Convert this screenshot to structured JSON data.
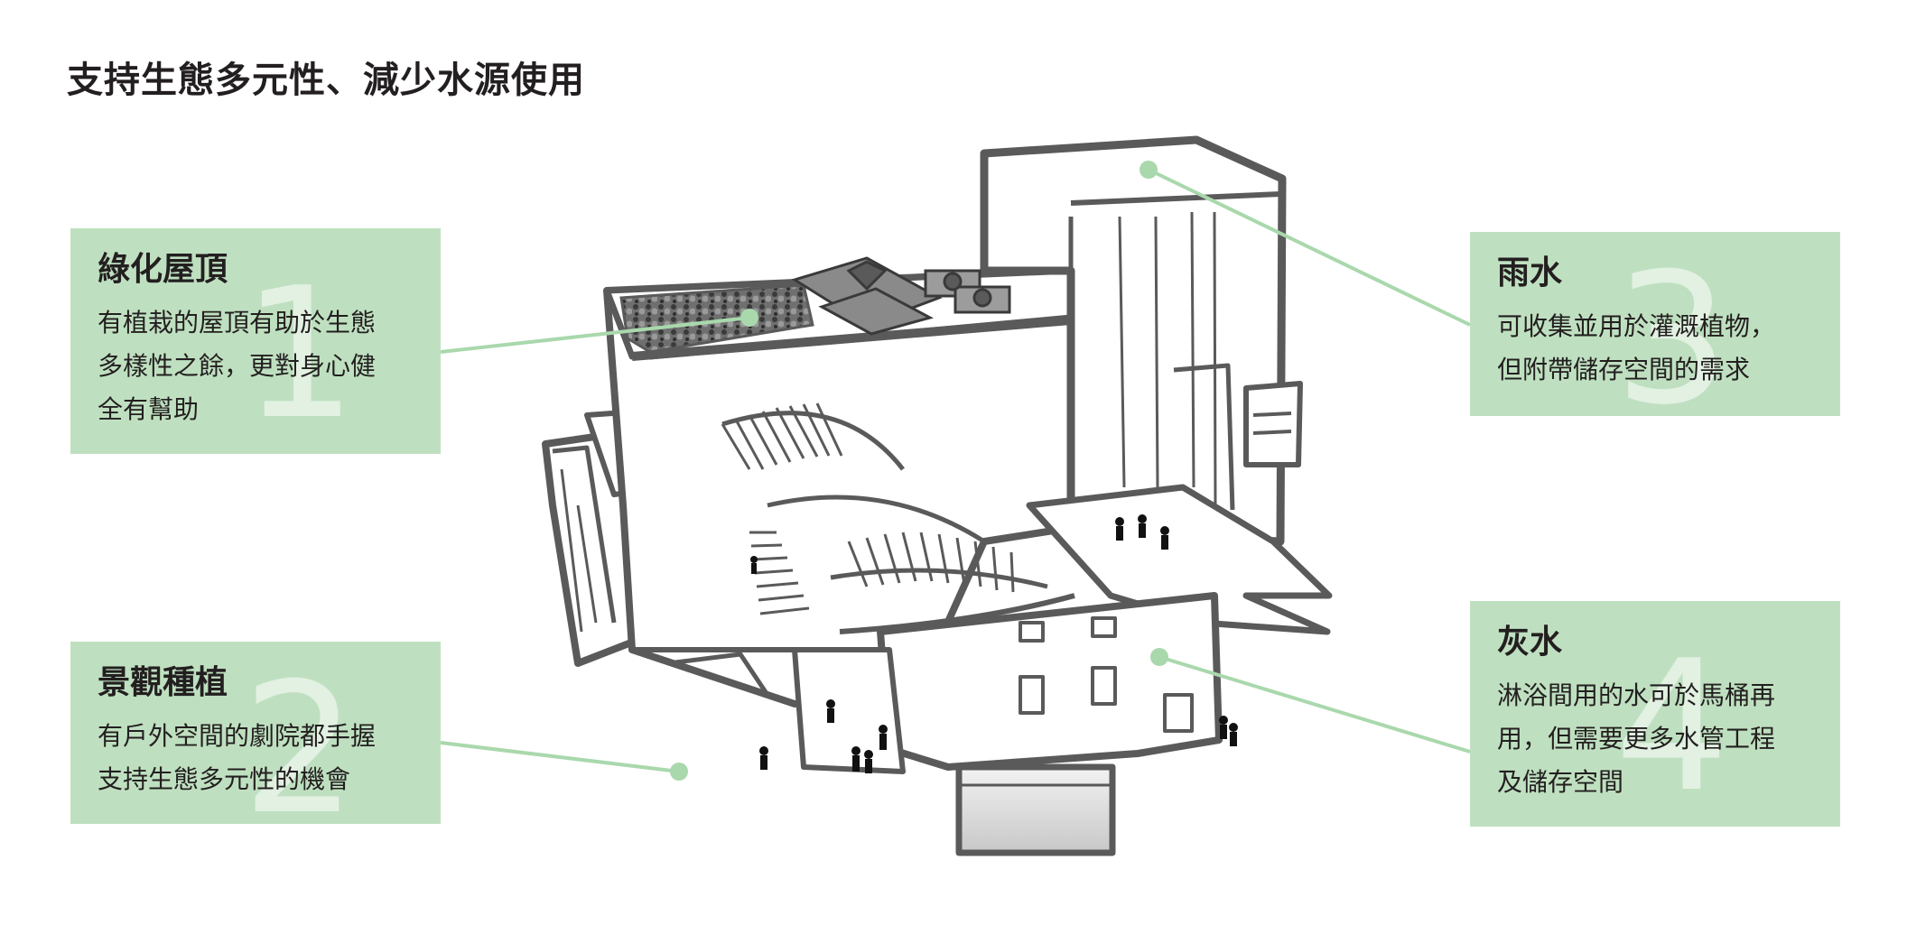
{
  "title": "支持生態多元性、減少水源使用",
  "cards": [
    {
      "number": "1",
      "heading": "綠化屋頂",
      "body": "有植栽的屋頂有助於生態\n多樣性之餘，更對身心健\n全有幫助"
    },
    {
      "number": "2",
      "heading": "景觀種植",
      "body": "有戶外空間的劇院都手握\n支持生態多元性的機會"
    },
    {
      "number": "3",
      "heading": "雨水",
      "body": "可收集並用於灌溉植物，\n但附帶儲存空間的需求"
    },
    {
      "number": "4",
      "heading": "灰水",
      "body": "淋浴間用的水可於馬桶再\n用，但需要更多水管工程\n及儲存空間"
    }
  ],
  "colors": {
    "card_bg": "#bfe0c0",
    "leader": "#a9d8ac",
    "outline": "#5a5a5a",
    "text": "#231f20"
  }
}
